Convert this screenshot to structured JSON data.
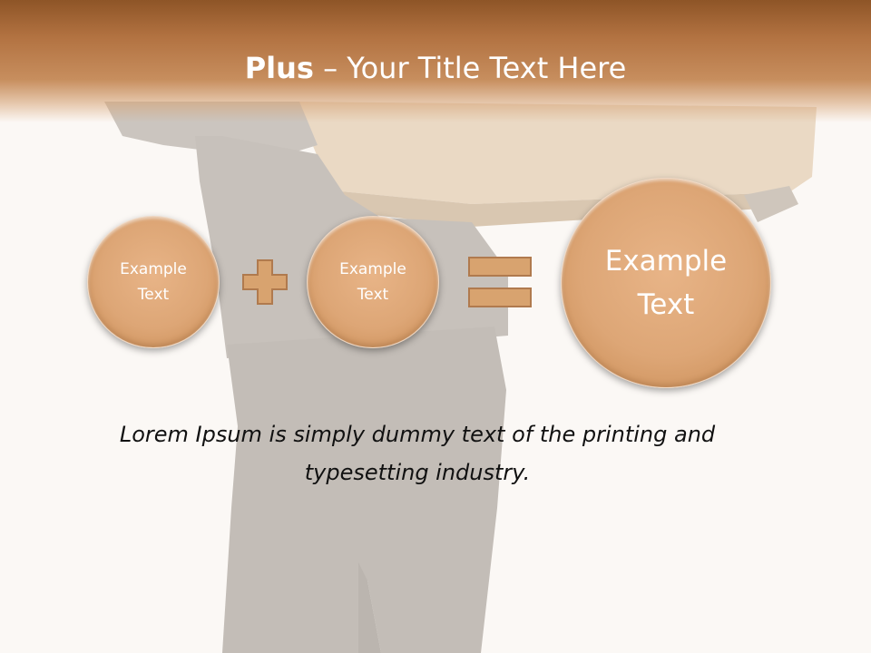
{
  "title": {
    "bold": "Plus",
    "rest": " – Your Title Text Here"
  },
  "equation": {
    "circle1": "Example\nText",
    "plus_icon": "plus-sign-icon",
    "circle2": "Example\nText",
    "equals_icon": "equals-sign-icon",
    "result": "Example\nText"
  },
  "caption": "Lorem Ipsum is simply dummy text of the printing and typesetting industry.",
  "colors": {
    "banner": "#a8683a",
    "circle_fill": "#dea777",
    "operator": "#d8a36f",
    "background": "#fbf8f5"
  }
}
